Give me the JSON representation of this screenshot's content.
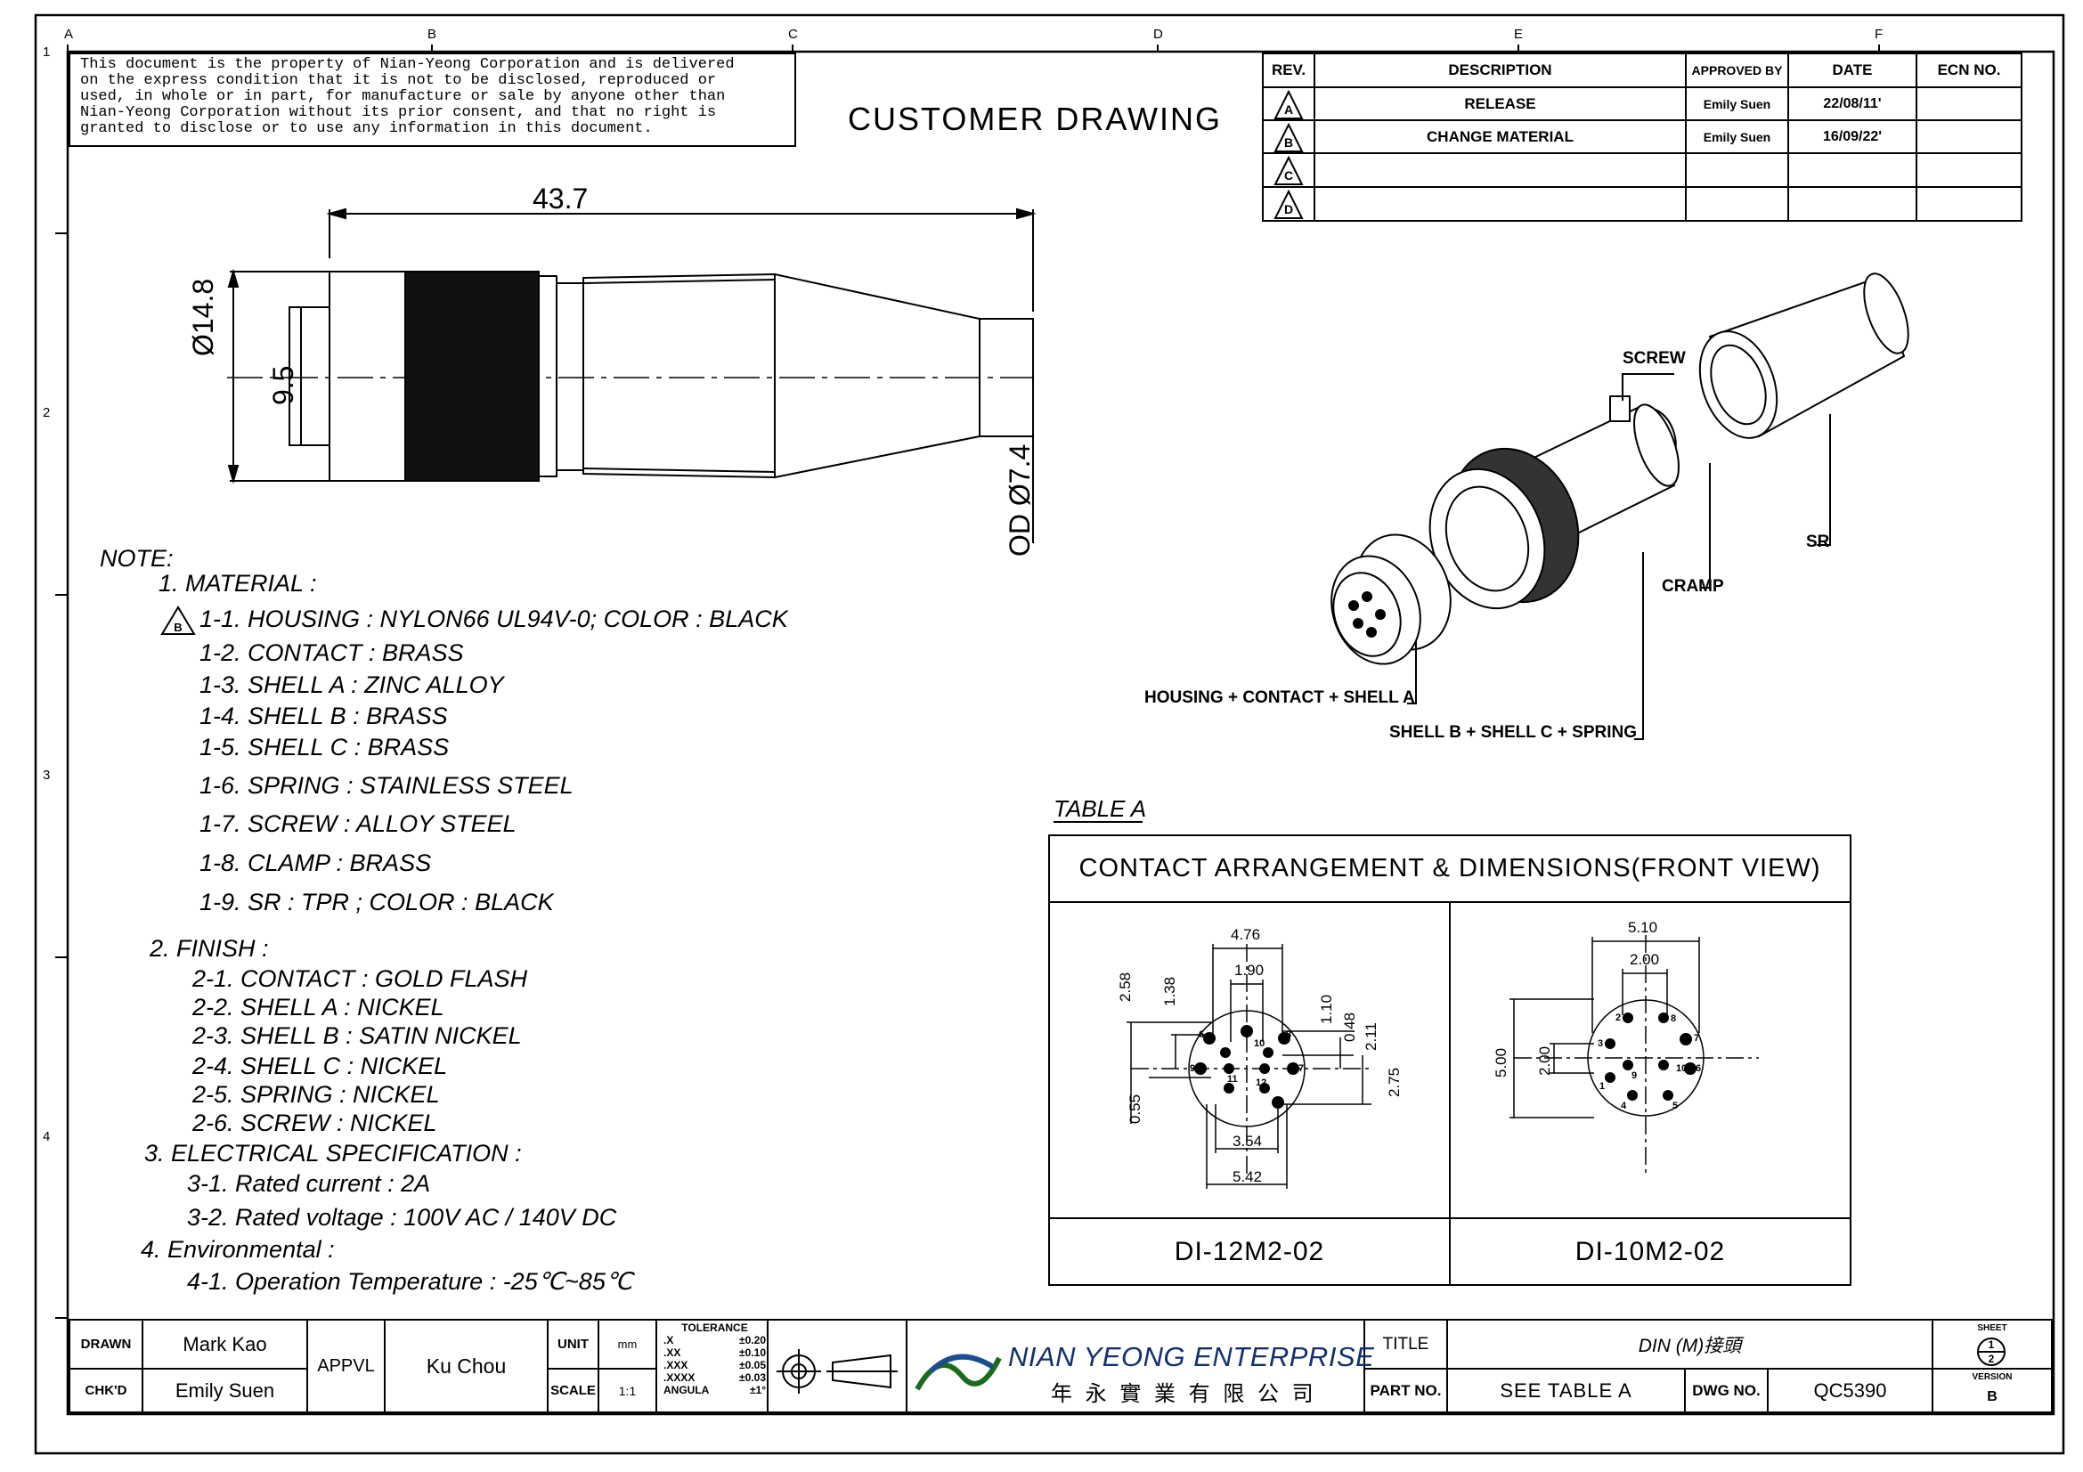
{
  "sheet_frame": {
    "col_letters": [
      "A",
      "B",
      "C",
      "D",
      "E",
      "F"
    ],
    "row_numbers": [
      "1",
      "2",
      "3",
      "4"
    ]
  },
  "disclaimer": [
    "This document is the property of Nian-Yeong Corporation and is delivered",
    "on the express condition that it is not to be disclosed, reproduced or",
    "used, in whole or in part, for manufacture or sale by anyone other than",
    "Nian-Yeong Corporation without its prior consent, and that no right is",
    "granted to disclose or to use any information in this document."
  ],
  "heading": "CUSTOMER DRAWING",
  "revision_table": {
    "headers": [
      "REV.",
      "DESCRIPTION",
      "APPROVED BY",
      "DATE",
      "ECN NO."
    ],
    "rows": [
      {
        "rev": "A",
        "description": "RELEASE",
        "approved_by": "Emily Suen",
        "date": "22/08/11'",
        "ecn": ""
      },
      {
        "rev": "B",
        "description": "CHANGE MATERIAL",
        "approved_by": "Emily Suen",
        "date": "16/09/22'",
        "ecn": ""
      },
      {
        "rev": "C",
        "description": "",
        "approved_by": "",
        "date": "",
        "ecn": ""
      },
      {
        "rev": "D",
        "description": "",
        "approved_by": "",
        "date": "",
        "ecn": ""
      }
    ]
  },
  "side_view": {
    "length": "43.7",
    "dia_outer": "Ø14.8",
    "dia_inner": "9.5",
    "od_cable": "OD Ø7.4"
  },
  "iso_labels": {
    "screw": "SCREW",
    "sr": "SR",
    "cramp": "CRAMP",
    "housing": "HOUSING + CONTACT + SHELL A",
    "shell": "SHELL B + SHELL C + SPRING"
  },
  "notes": {
    "title": "NOTE:",
    "lines": [
      {
        "text": "1. MATERIAL :",
        "level": 1
      },
      {
        "text": "1-1. HOUSING : NYLON66 UL94V-0; COLOR : BLACK",
        "level": 2,
        "rev_mark": "B"
      },
      {
        "text": "1-2. CONTACT : BRASS",
        "level": 2
      },
      {
        "text": "1-3. SHELL A : ZINC ALLOY",
        "level": 2
      },
      {
        "text": "1-4. SHELL B : BRASS",
        "level": 2
      },
      {
        "text": "1-5. SHELL C : BRASS",
        "level": 2
      },
      {
        "text": "1-6. SPRING : STAINLESS STEEL",
        "level": 2
      },
      {
        "text": "1-7. SCREW : ALLOY STEEL",
        "level": 2
      },
      {
        "text": "1-8. CLAMP : BRASS",
        "level": 2
      },
      {
        "text": "1-9. SR : TPR ; COLOR : BLACK",
        "level": 2
      },
      {
        "text": "2. FINISH :",
        "level": 1
      },
      {
        "text": "2-1. CONTACT : GOLD FLASH",
        "level": 2
      },
      {
        "text": "2-2. SHELL A : NICKEL",
        "level": 2
      },
      {
        "text": "2-3. SHELL B : SATIN NICKEL",
        "level": 2
      },
      {
        "text": "2-4. SHELL C : NICKEL",
        "level": 2
      },
      {
        "text": "2-5. SPRING : NICKEL",
        "level": 2
      },
      {
        "text": "2-6. SCREW : NICKEL",
        "level": 2
      },
      {
        "text": "3. ELECTRICAL SPECIFICATION :",
        "level": 1
      },
      {
        "text": "3-1. Rated current : 2A",
        "level": 2
      },
      {
        "text": "3-2. Rated voltage : 100V AC / 140V DC",
        "level": 2
      },
      {
        "text": "4. Environmental :",
        "level": 1
      },
      {
        "text": "4-1. Operation Temperature : -25℃~85℃",
        "level": 2
      }
    ]
  },
  "table_a": {
    "label": "TABLE A",
    "title": "CONTACT ARRANGEMENT & DIMENSIONS(FRONT VIEW)",
    "left": {
      "part": "DI-12M2-02",
      "dims": {
        "d476": "4.76",
        "d190": "1.90",
        "d258": "2.58",
        "d138": "1.38",
        "d110": "1.10",
        "d048": "0.48",
        "d211": "2.11",
        "d275": "2.75",
        "d055": "0.55",
        "d354": "3.54",
        "d542": "5.42"
      },
      "pins": [
        "10",
        "11",
        "12",
        "1",
        "9",
        "7",
        "5",
        "6",
        "8"
      ]
    },
    "right": {
      "part": "DI-10M2-02",
      "dims": {
        "d510": "5.10",
        "d200a": "2.00",
        "d500": "5.00",
        "d200b": "2.00"
      },
      "pins": [
        "8",
        "7",
        "3",
        "2",
        "9",
        "10",
        "6",
        "1",
        "4",
        "5"
      ]
    }
  },
  "title_block": {
    "drawn_label": "DRAWN",
    "drawn": "Mark Kao",
    "chkd_label": "CHK'D",
    "chkd": "Emily Suen",
    "appvl_label": "APPVL",
    "appvl": "Ku Chou",
    "unit_label": "UNIT",
    "unit": "mm",
    "scale_label": "SCALE",
    "scale": "1:1",
    "tolerance_label": "TOLERANCE",
    "tolerance": [
      {
        "k": ".X",
        "v": "±0.20"
      },
      {
        "k": ".XX",
        "v": "±0.10"
      },
      {
        "k": ".XXX",
        "v": "±0.05"
      },
      {
        "k": ".XXXX",
        "v": "±0.03"
      },
      {
        "k": "ANGULA",
        "v": "±1°"
      }
    ],
    "company_en": "NIAN YEONG ENTERPRISE",
    "company_zh": "年 永 實 業 有 限 公 司",
    "title_label": "TITLE",
    "title": "DIN (M)接頭",
    "part_label": "PART NO.",
    "part": "SEE TABLE A",
    "dwg_label": "DWG NO.",
    "dwg": "QC5390",
    "sheet_label": "SHEET",
    "sheet_num": "1",
    "sheet_total": "2",
    "version_label": "VERSION",
    "version": "B"
  }
}
